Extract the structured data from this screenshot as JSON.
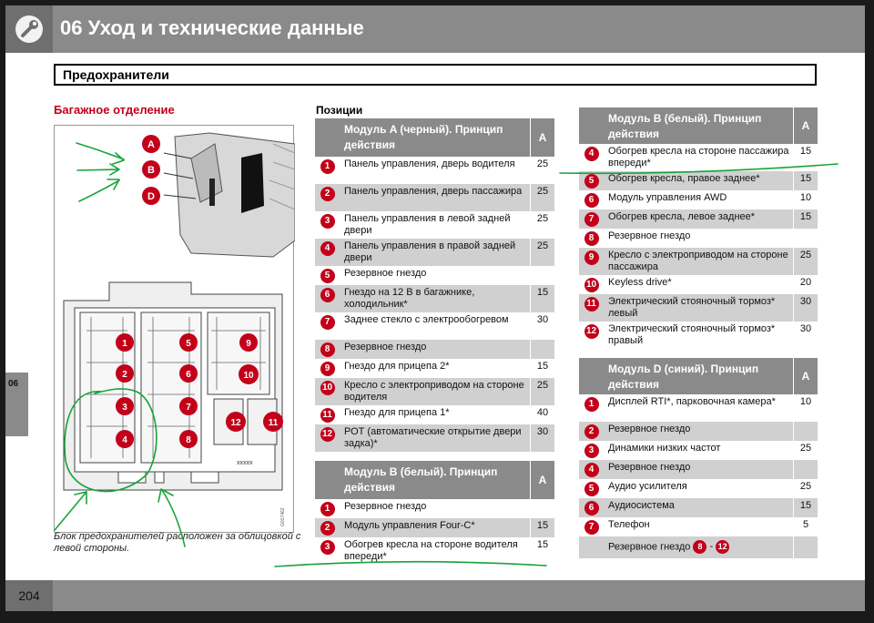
{
  "header": {
    "title": "06 Уход и технические данные"
  },
  "section": {
    "title": "Предохранители"
  },
  "side_tab": {
    "label": "06"
  },
  "footer": {
    "page_number": "204"
  },
  "left": {
    "heading": "Багажное отделение",
    "connector_labels": [
      "A",
      "B",
      "D"
    ],
    "fuse_labels": [
      "1",
      "2",
      "3",
      "4",
      "5",
      "6",
      "7",
      "8",
      "9",
      "10",
      "11",
      "12"
    ],
    "box_text": "xxxxx",
    "fig_code": "G017462",
    "caption": "Блок предохранителей расположен за облицовкой с левой стороны."
  },
  "positions_title": "Позиции",
  "tables": {
    "a": {
      "title": "Модуль A (черный). Принцип действия",
      "amp_header": "A",
      "rows": [
        {
          "n": "1",
          "desc": "Панель управления, дверь водителя",
          "amp": "25"
        },
        {
          "n": "2",
          "desc": "Панель управления, дверь пассажира",
          "amp": "25"
        },
        {
          "n": "3",
          "desc": "Панель управления в левой задней двери",
          "amp": "25"
        },
        {
          "n": "4",
          "desc": "Панель управления в правой задней двери",
          "amp": "25"
        },
        {
          "n": "5",
          "desc": "Резервное гнездо",
          "amp": ""
        },
        {
          "n": "6",
          "desc": "Гнездо на 12 В в багажнике, холодильник*",
          "amp": "15"
        },
        {
          "n": "7",
          "desc": "Заднее стекло с электрообогревом",
          "amp": "30"
        },
        {
          "n": "8",
          "desc": "Резервное гнездо",
          "amp": ""
        },
        {
          "n": "9",
          "desc": "Гнездо для прицепа 2*",
          "amp": "15"
        },
        {
          "n": "10",
          "desc": "Кресло с электроприводом на стороне водителя",
          "amp": "25"
        },
        {
          "n": "11",
          "desc": "Гнездо для прицепа 1*",
          "amp": "40"
        },
        {
          "n": "12",
          "desc": "РОТ (автоматические открытие двери задка)*",
          "amp": "30"
        }
      ]
    },
    "b1": {
      "title": "Модуль B (белый). Принцип действия",
      "amp_header": "A",
      "rows": [
        {
          "n": "1",
          "desc": "Резервное гнездо",
          "amp": ""
        },
        {
          "n": "2",
          "desc": "Модуль управления Four-C*",
          "amp": "15"
        },
        {
          "n": "3",
          "desc": "Обогрев кресла на стороне водителя впереди*",
          "amp": "15"
        }
      ]
    },
    "b2": {
      "title": "Модуль B (белый). Принцип действия",
      "amp_header": "A",
      "rows": [
        {
          "n": "4",
          "desc": "Обогрев кресла на стороне пассажира впереди*",
          "amp": "15"
        },
        {
          "n": "5",
          "desc": "Обогрев кресла, правое заднее*",
          "amp": "15"
        },
        {
          "n": "6",
          "desc": "Модуль управления AWD",
          "amp": "10"
        },
        {
          "n": "7",
          "desc": "Обогрев кресла, левое заднее*",
          "amp": "15"
        },
        {
          "n": "8",
          "desc": "Резервное гнездо",
          "amp": ""
        },
        {
          "n": "9",
          "desc": "Кресло с электроприводом на стороне пассажира",
          "amp": "25"
        },
        {
          "n": "10",
          "desc": "Keyless drive*",
          "amp": "20"
        },
        {
          "n": "11",
          "desc": "Электрический стояночный тормоз* левый",
          "amp": "30"
        },
        {
          "n": "12",
          "desc": "Электрический стояночный тормоз* правый",
          "amp": "30"
        }
      ]
    },
    "d": {
      "title": "Модуль D (синий). Принцип действия",
      "amp_header": "A",
      "rows": [
        {
          "n": "1",
          "desc": "Дисплей RTI*, парковочная камера*",
          "amp": "10"
        },
        {
          "n": "2",
          "desc": "Резервное гнездо",
          "amp": ""
        },
        {
          "n": "3",
          "desc": "Динамики низких частот",
          "amp": "25"
        },
        {
          "n": "4",
          "desc": "Резервное гнездо",
          "amp": ""
        },
        {
          "n": "5",
          "desc": "Аудио усилителя",
          "amp": "25"
        },
        {
          "n": "6",
          "desc": "Аудиосистема",
          "amp": "15"
        },
        {
          "n": "7",
          "desc": "Телефон",
          "amp": "5"
        }
      ],
      "footer_text": "Резервное гнездо",
      "footer_from": "8",
      "footer_dash": "-",
      "footer_to": "12"
    }
  }
}
